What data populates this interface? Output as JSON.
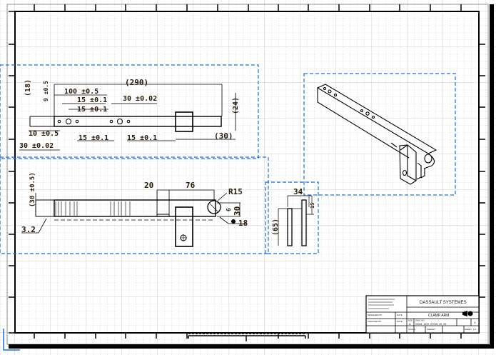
{
  "sheet": {
    "grid_color": "#c8c8c8",
    "frame_color": "#000000",
    "view_frame_color": "#1a6ee6",
    "dimension_color": "#2a1a08"
  },
  "front_view": {
    "dims": {
      "overall": "(290)",
      "d100": "100 ±0.5",
      "d15a": "15 ±0.1",
      "d15b": "15 ±0.1",
      "d30a": "30 ±0.02",
      "d18": "(18)",
      "d9": "9 ±0.5",
      "d24": "(24)",
      "d10": "10 ±0.5",
      "d30b": "30 ±0.02",
      "d15c": "15 ±0.1",
      "d15d": "15 ±0.1",
      "d30c": "(30)"
    }
  },
  "side_view": {
    "dims": {
      "d20": "20",
      "d76": "76",
      "r15": "R15",
      "d30": "30",
      "d6": "6",
      "d18": "18",
      "d32": "3.2",
      "d30tol": "(30 ±0.5)"
    }
  },
  "end_view": {
    "dims": {
      "d34": "34",
      "d65": "(65)",
      "d15": "15"
    }
  },
  "title_block": {
    "company": "DASSAULT SYSTEMES",
    "title": "CLAMP ARM",
    "drawing_number": "00001_ZOH_STOW_05_05",
    "rev": "V",
    "size": "A",
    "scale_label": "SCALE",
    "weight_label": "WEIGHT",
    "sheet_label": "SHEET",
    "sheet_value": "1/1",
    "fields": [
      "DESIGNED BY",
      "DATE",
      "CHECKED BY",
      "DATE",
      "SIZE",
      "DWG NO"
    ]
  }
}
